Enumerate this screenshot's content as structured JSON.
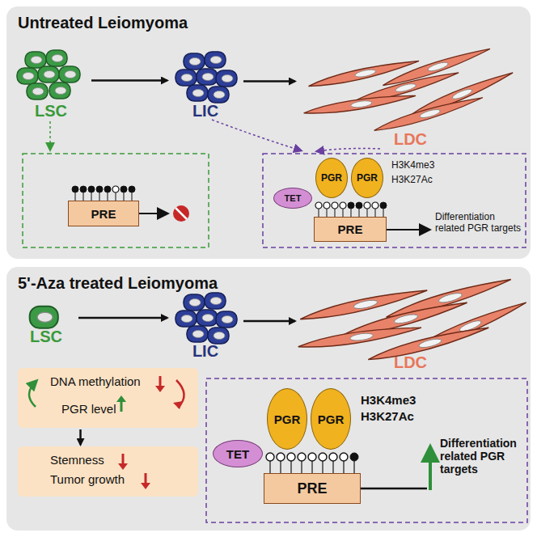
{
  "diagram": {
    "nodes": [
      {
        "text": [
          "Untreated Leiomyoma"
        ]
      },
      {
        "text": [
          "LSC"
        ],
        "in": 0
      },
      {
        "text": [
          "LIC"
        ],
        "in": 0
      },
      {
        "text": [
          "LDC"
        ],
        "in": 0
      },
      {
        "text": [
          "PRE"
        ],
        "in": 0
      },
      {
        "text": [
          "PGR"
        ],
        "in": 0
      },
      {
        "text": [
          "PGR"
        ],
        "in": 0
      },
      {
        "text": [
          "TET"
        ],
        "in": 0
      },
      {
        "text": [
          "PRE"
        ],
        "in": 0
      },
      {
        "text": [
          "5'-Aza treated Leiomyoma"
        ]
      },
      {
        "text": [
          "LSC"
        ],
        "in": 9
      },
      {
        "text": [
          "LIC"
        ],
        "in": 9
      },
      {
        "text": [
          "LDC"
        ],
        "in": 9
      },
      {
        "text": [
          "DNA methylation",
          "PGR level"
        ],
        "in": 9
      },
      {
        "text": [
          "Stemness",
          "Tumor growth"
        ],
        "in": 9
      },
      {
        "text": [
          "PGR"
        ],
        "in": 9
      },
      {
        "text": [
          "PGR"
        ],
        "in": 9
      },
      {
        "text": [
          "TET"
        ],
        "in": 9
      },
      {
        "text": [
          "PRE"
        ],
        "in": 9
      }
    ],
    "edges": [
      {
        "from": 1,
        "to": 2,
        "arrow": "to"
      },
      {
        "from": 2,
        "to": 3,
        "arrow": "to"
      },
      {
        "from": 10,
        "to": 11,
        "arrow": "to"
      },
      {
        "from": 11,
        "to": 12,
        "arrow": "to"
      },
      {
        "from": 13,
        "to": 14,
        "arrow": "to"
      }
    ],
    "labels": [
      "H3K4me3",
      "H3K27Ac",
      "Differentiation related PGR targets",
      "H3K4me3",
      "H3K27Ac",
      "Differentiation related PGR targets"
    ]
  }
}
